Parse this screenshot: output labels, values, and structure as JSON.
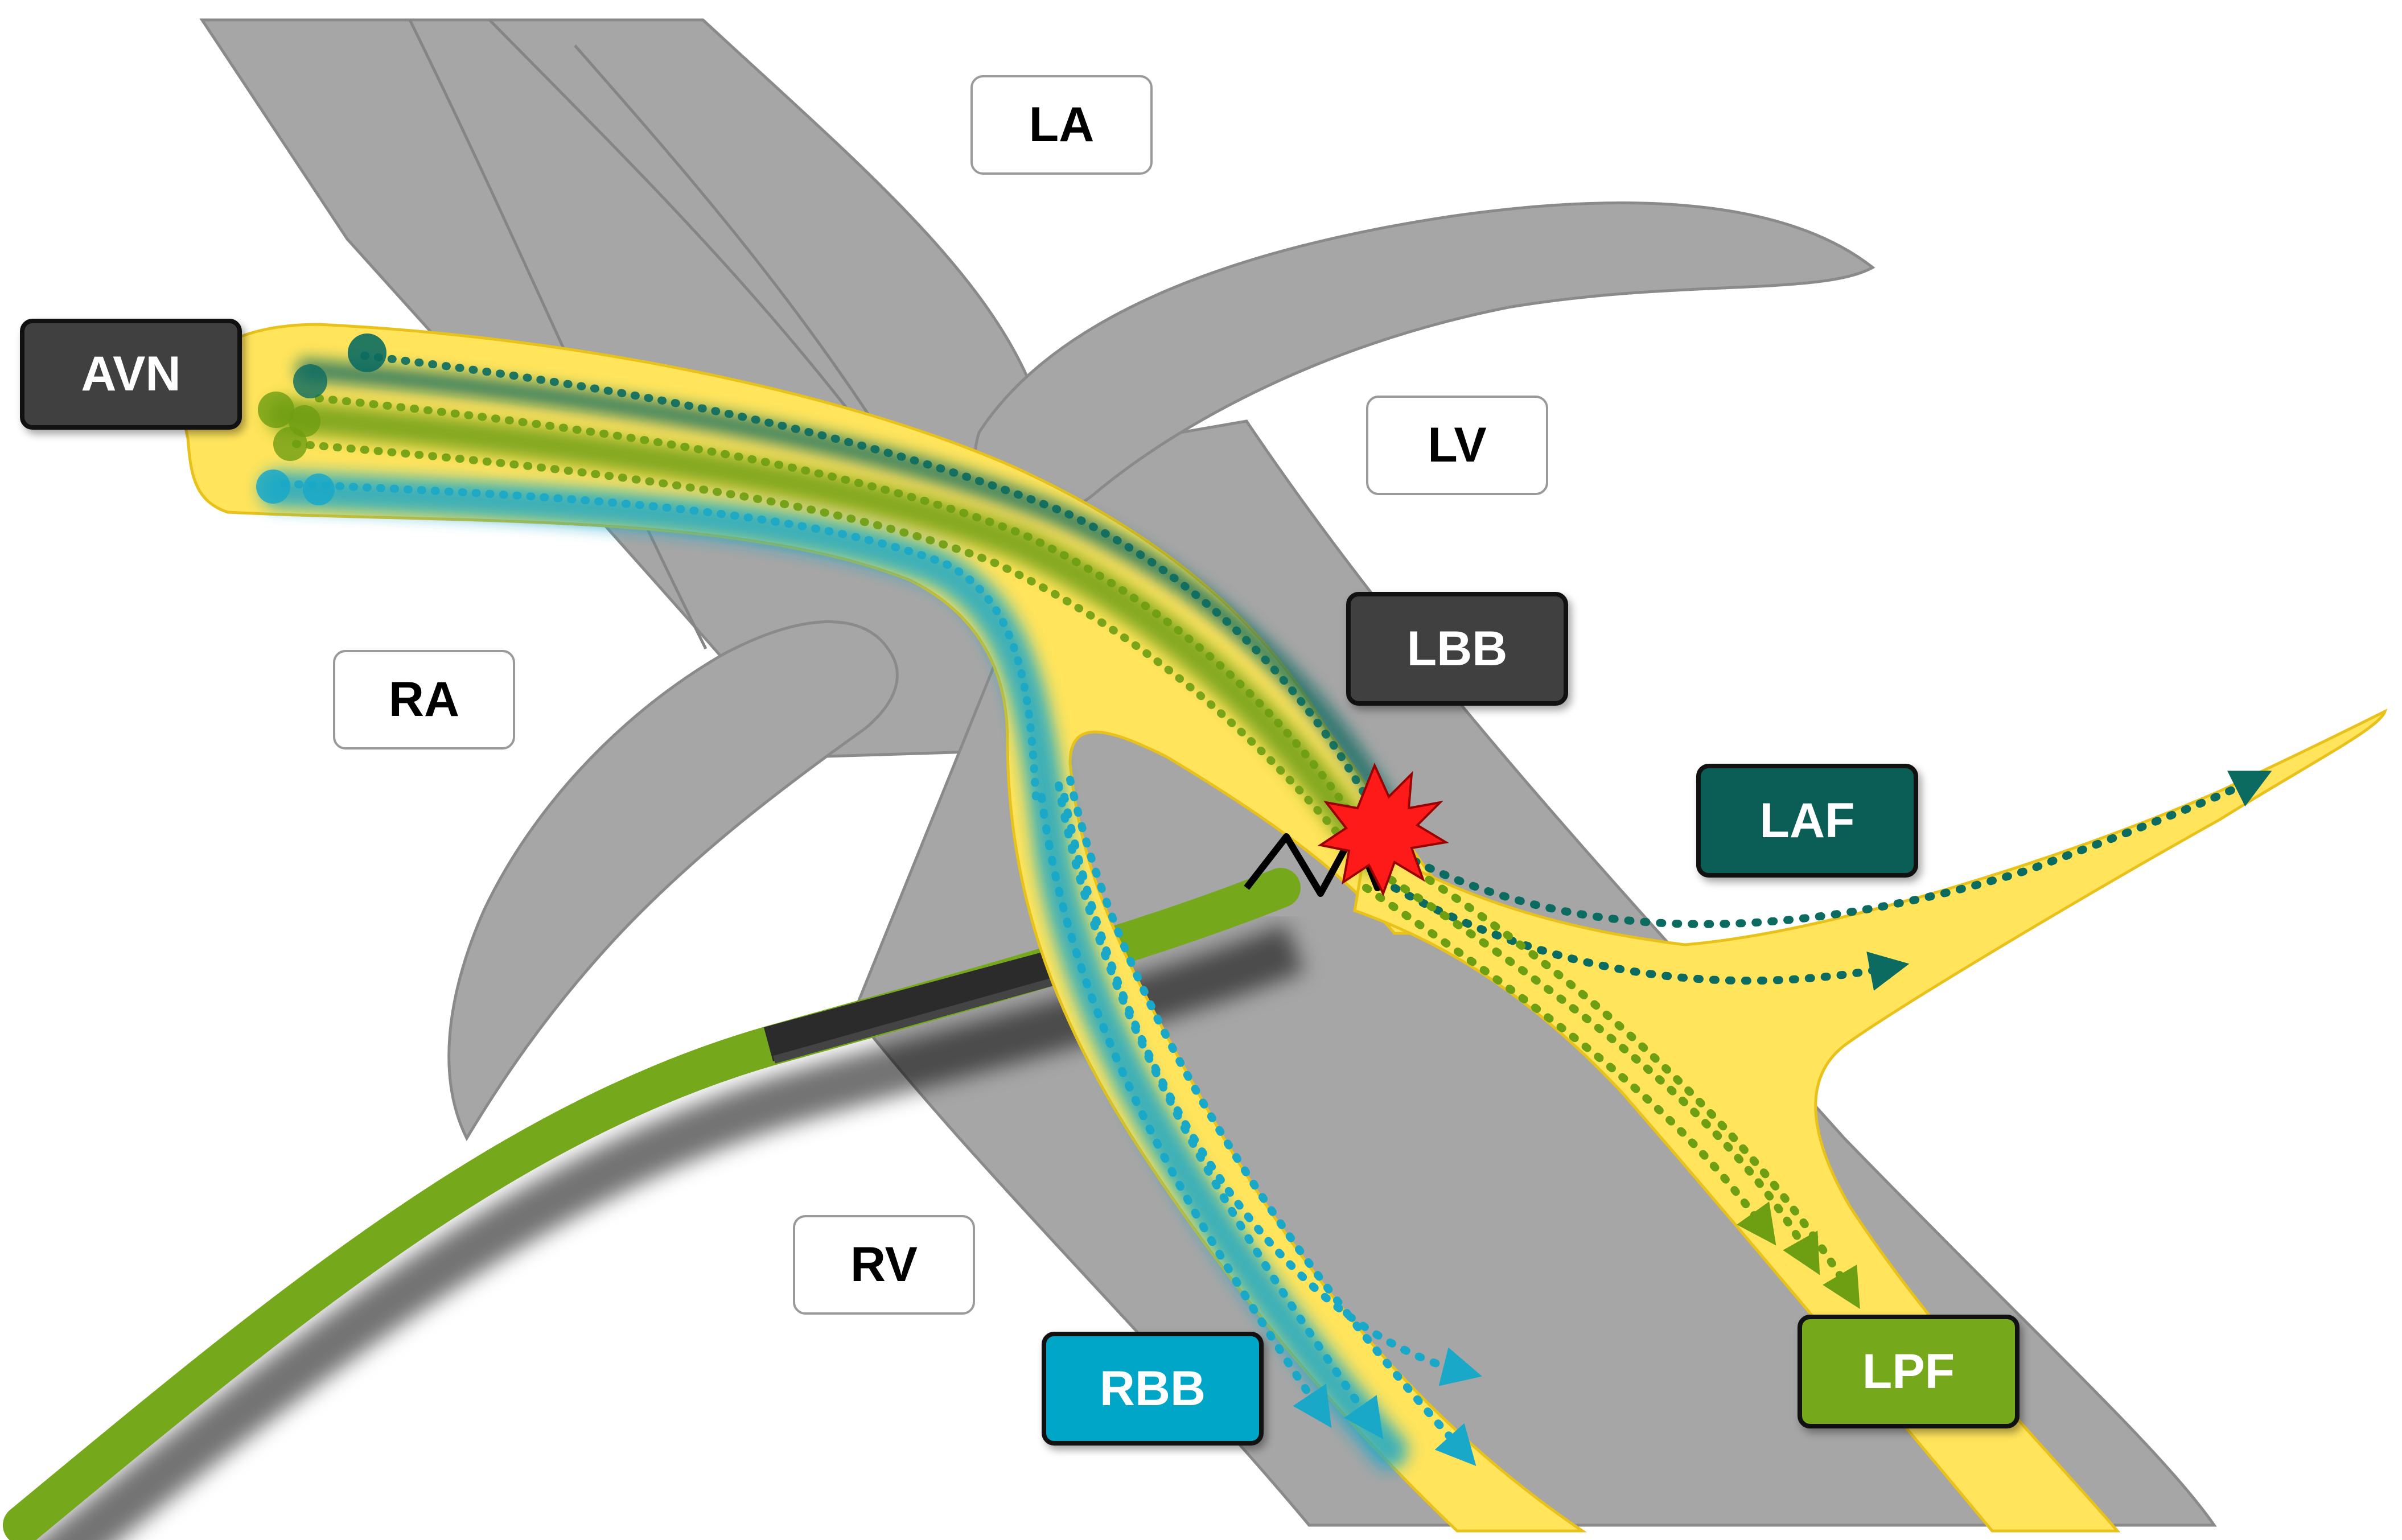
{
  "labels": {
    "la": "LA",
    "lv": "LV",
    "ra": "RA",
    "rv": "RV",
    "avn": "AVN",
    "lbb": "LBB",
    "laf": "LAF",
    "rbb": "RBB",
    "lpf": "LPF"
  },
  "colors": {
    "anatomy": "#a6a6a6",
    "conduction_system": "#ffe45c",
    "lead": "#76a81c",
    "avn_label": "#404040",
    "lbb_label": "#404040",
    "laf_label": "#0b5e55",
    "rbb_label": "#00a6c8",
    "lpf_label": "#76a81c",
    "stimulation_site": "#ff1a1a"
  },
  "icons": {
    "pacing_site": "starburst-icon",
    "lead_helix": "helix-icon"
  }
}
